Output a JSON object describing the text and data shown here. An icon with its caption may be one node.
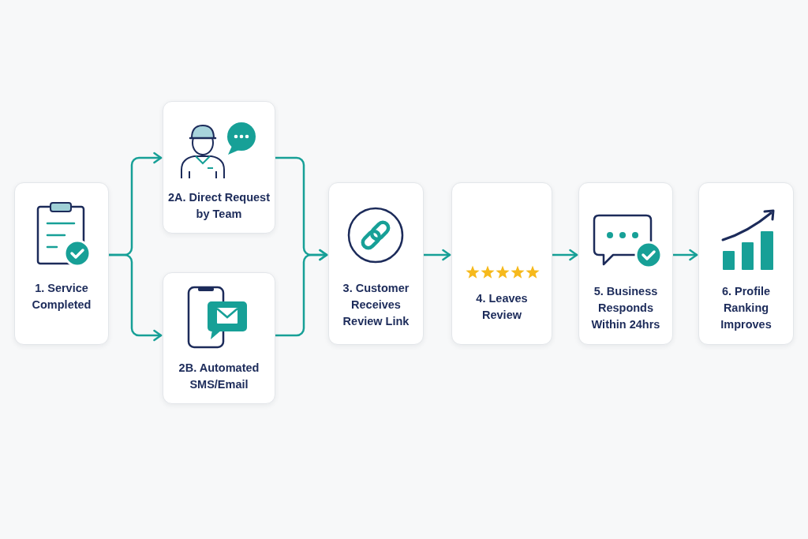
{
  "diagram": {
    "nodes": [
      {
        "text": [
          "1. Service Completed"
        ]
      },
      {
        "text": [
          "2A. Direct Request by Team"
        ]
      },
      {
        "text": [
          "2B. Automated SMS/Email"
        ]
      },
      {
        "text": [
          "3. Customer Receives Review Link"
        ]
      },
      {
        "text": [
          "4. Leaves Review"
        ]
      },
      {
        "text": [
          "5. Business Responds Within 24hrs"
        ]
      },
      {
        "text": [
          "6. Profile Ranking Improves"
        ]
      }
    ],
    "edges": [
      {
        "from": 0,
        "to": 1,
        "arrow": "to"
      },
      {
        "from": 0,
        "to": 2,
        "arrow": "to"
      },
      {
        "from": 1,
        "to": 3,
        "arrow": "to"
      },
      {
        "from": 2,
        "to": 3,
        "arrow": "to"
      },
      {
        "from": 3,
        "to": 4,
        "arrow": "to"
      },
      {
        "from": 4,
        "to": 5,
        "arrow": "to"
      },
      {
        "from": 5,
        "to": 6,
        "arrow": "to"
      }
    ]
  }
}
